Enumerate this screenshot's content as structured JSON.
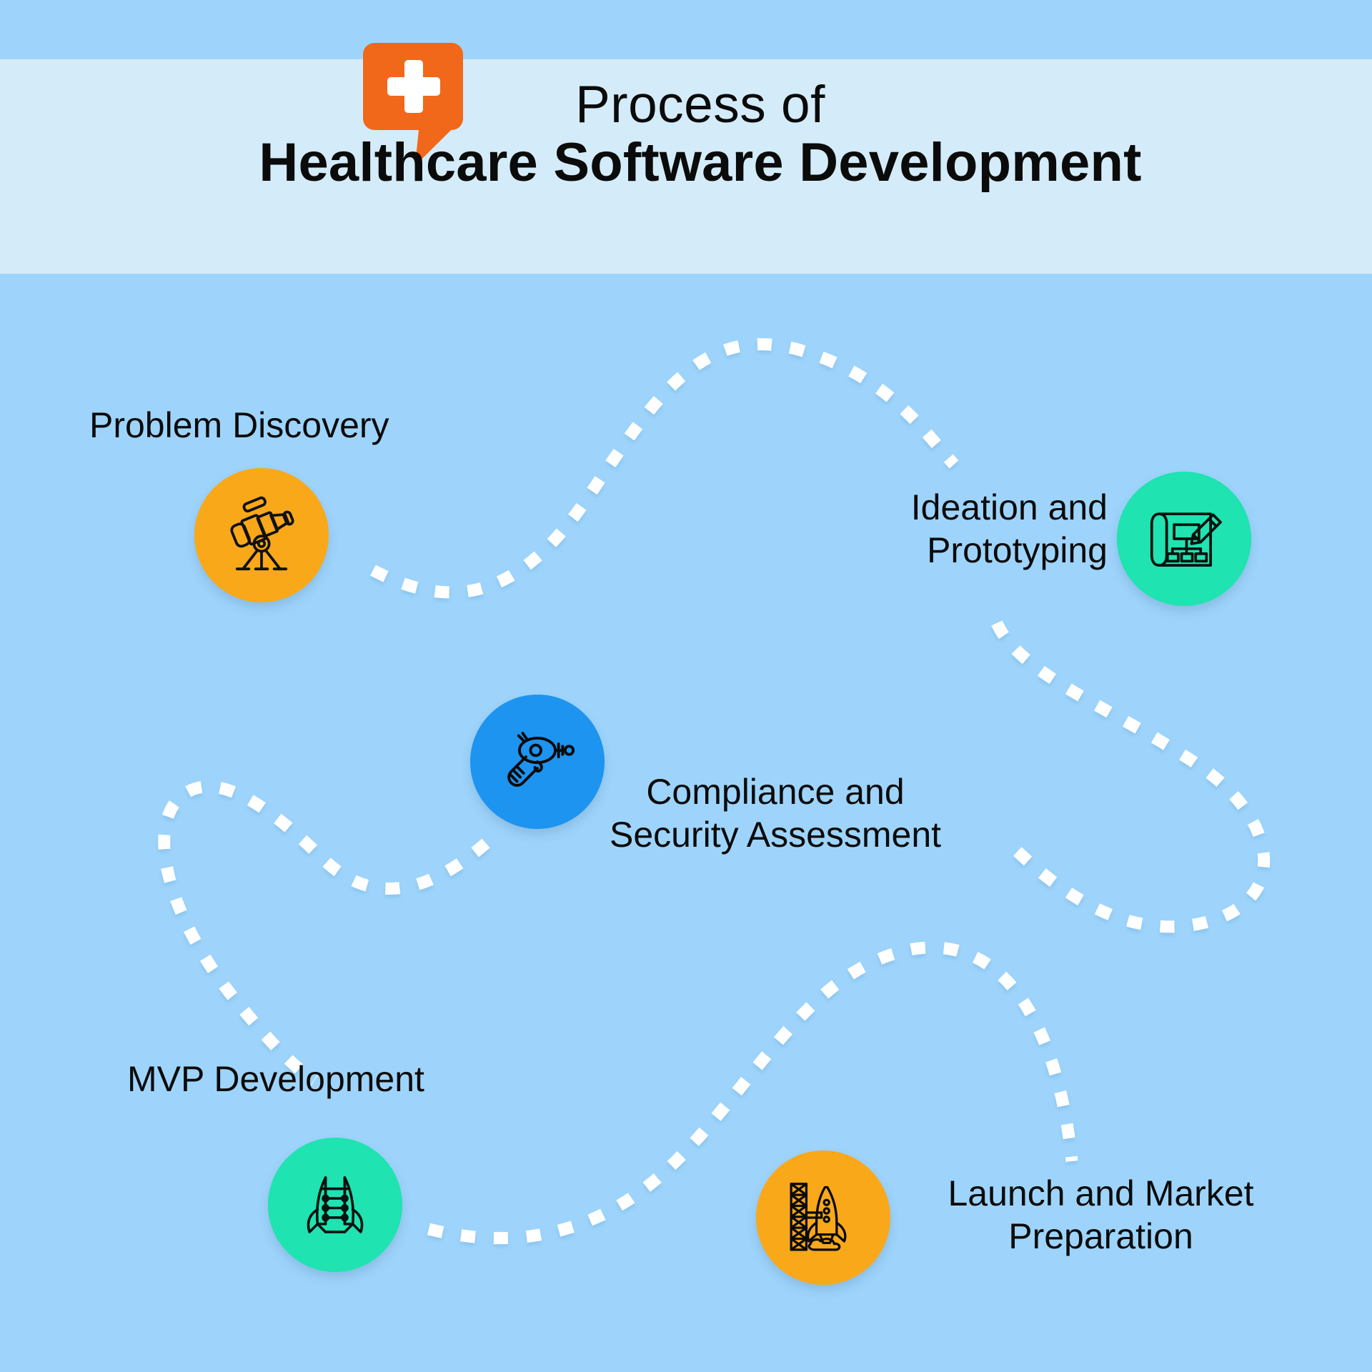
{
  "page": {
    "background_color": "#9ed4fb",
    "header_band_color": "#d4ecf9"
  },
  "header": {
    "logo": {
      "icon": "medical-cross-speech-bubble-icon",
      "bubble_color": "#f2681a",
      "cross_color": "#ffffff"
    },
    "title_line1": "Process of",
    "title_line2": "Healthcare Software Development"
  },
  "flow": {
    "path_style": "dashed",
    "dash_color": "#ffffff",
    "steps": [
      {
        "id": "problem-discovery",
        "order": 1,
        "label": "Problem Discovery",
        "icon": "telescope-icon",
        "circle_color": "#f9a81a",
        "label_position": "above-left"
      },
      {
        "id": "ideation-prototyping",
        "order": 2,
        "label": "Ideation and\nPrototyping",
        "icon": "blueprint-pencil-icon",
        "circle_color": "#1fe3b0",
        "label_position": "left"
      },
      {
        "id": "compliance-security",
        "order": 3,
        "label": "Compliance and\nSecurity Assessment",
        "icon": "scanner-gun-icon",
        "circle_color": "#1d94f0",
        "label_position": "right"
      },
      {
        "id": "mvp-development",
        "order": 4,
        "label": "MVP Development",
        "icon": "rocket-icon",
        "circle_color": "#1fe3b0",
        "label_position": "above-left"
      },
      {
        "id": "launch-market-preparation",
        "order": 5,
        "label": "Launch and Market\nPreparation",
        "icon": "rocket-launchpad-icon",
        "circle_color": "#f9a81a",
        "label_position": "right"
      }
    ]
  }
}
